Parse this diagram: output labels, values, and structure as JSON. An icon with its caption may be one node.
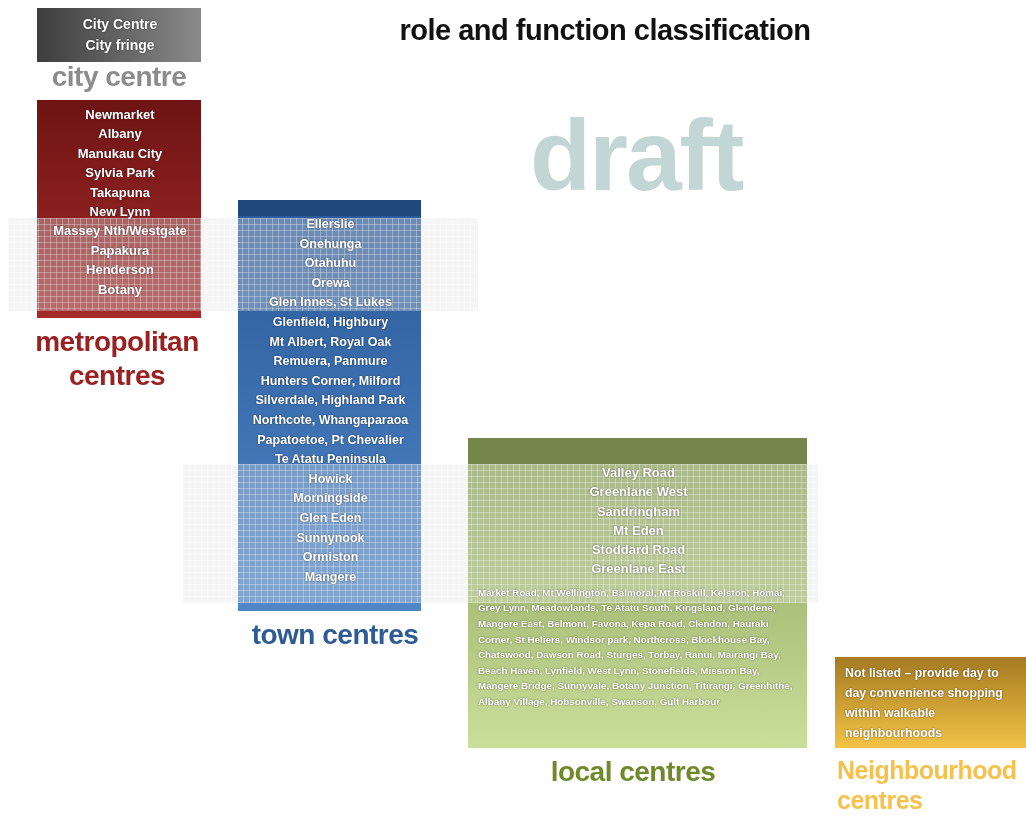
{
  "diagram": {
    "title": "role and function classification",
    "nodes": [
      {
        "text": [
          "City Centre",
          "City fringe",
          "city centre"
        ]
      },
      {
        "text": [
          "Newmarket",
          "Albany",
          "Manukau City",
          "Sylvia Park",
          "Takapuna",
          "New Lynn",
          "Massey Nth/Westgate",
          "Papakura",
          "Henderson",
          "Botany",
          "metropolitan centres"
        ]
      },
      {
        "text": [
          "Ellerslie",
          "Onehunga",
          "Otahuhu",
          "Orewa",
          "Glen Innes, St Lukes",
          "Glenfield, Highbury",
          "Mt Albert, Royal Oak",
          "Remuera, Panmure",
          "Hunters Corner, Milford",
          "Silverdale, Highland Park",
          "Northcote, Whangaparaoa",
          "Papatoetoe, Pt Chevalier",
          "Te Atatu Peninsula",
          "Howick",
          "Morningside",
          "Glen Eden",
          "Sunnynook",
          "Ormiston",
          "Mangere",
          "town centres"
        ]
      },
      {
        "text": [
          "Valley Road",
          "Greenlane West",
          "Sandringham",
          "Mt Eden",
          "Stoddard Road",
          "Greenlane East",
          "Market Road, Mt Wellington, Balmoral, Mt Roskill, Kelston, Homai, Grey Lynn, Meadowlands, Te Atatu South, Kingsland, Glendene, Mangere East, Belmont, Favona, Kepa Road, Clendon, Hauraki Corner, St Heliers, Windsor park, Northcross, Blockhouse Bay, Chatswood, Dawson Road, Sturges, Torbay, Ranui, Mairangi Bay, Beach Haven, Lynfield, West Lynn, Stonefields, Mission Bay, Mangere Bridge, Sunnyvale, Botany Junction, Titirangi, Greenhithe, Albany Village, Hobsonville, Swanson, Gulf Harbour",
          "local centres"
        ]
      },
      {
        "text": [
          "Not listed – provide day to day convenience shopping within walkable neighbourhoods",
          "Neighbourhood centres"
        ]
      }
    ],
    "labels": [
      "draft"
    ]
  }
}
